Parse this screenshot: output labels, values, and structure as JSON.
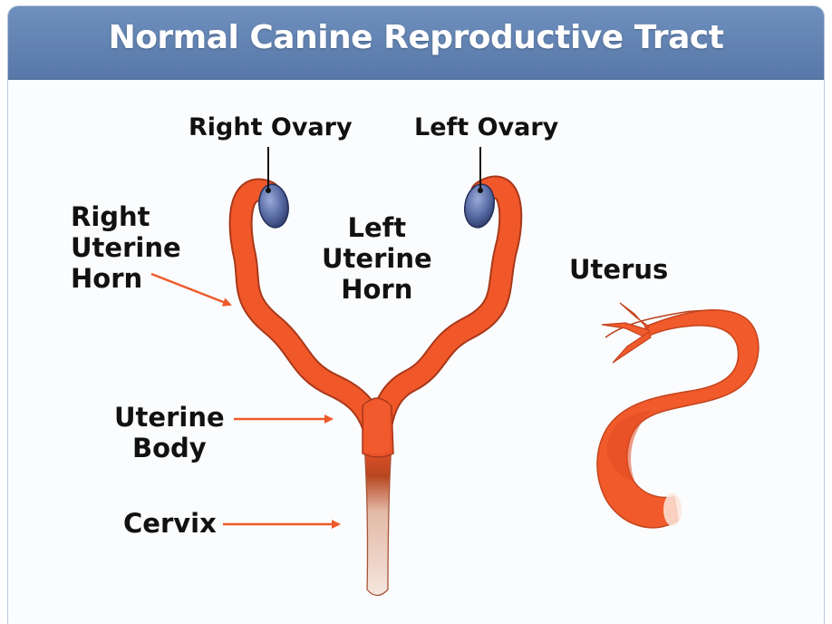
{
  "title": "Normal Canine Reproductive Tract",
  "labels": {
    "right_ovary": "Right Ovary",
    "left_ovary": "Left Ovary",
    "right_uterine_horn": [
      "Right",
      "Uterine",
      "Horn"
    ],
    "left_uterine_horn": [
      "Left",
      "Uterine",
      "Horn"
    ],
    "uterus": "Uterus",
    "uterine_body": [
      "Uterine",
      "Body"
    ],
    "cervix": "Cervix"
  },
  "colors": {
    "header": "#5f80b0",
    "tissue": "#f0582a",
    "tissue_dark": "#c8401a",
    "ovary": "#5a6ea5",
    "arrow": "#ee5a2a",
    "cervix_pale": "#f3e2d8"
  }
}
